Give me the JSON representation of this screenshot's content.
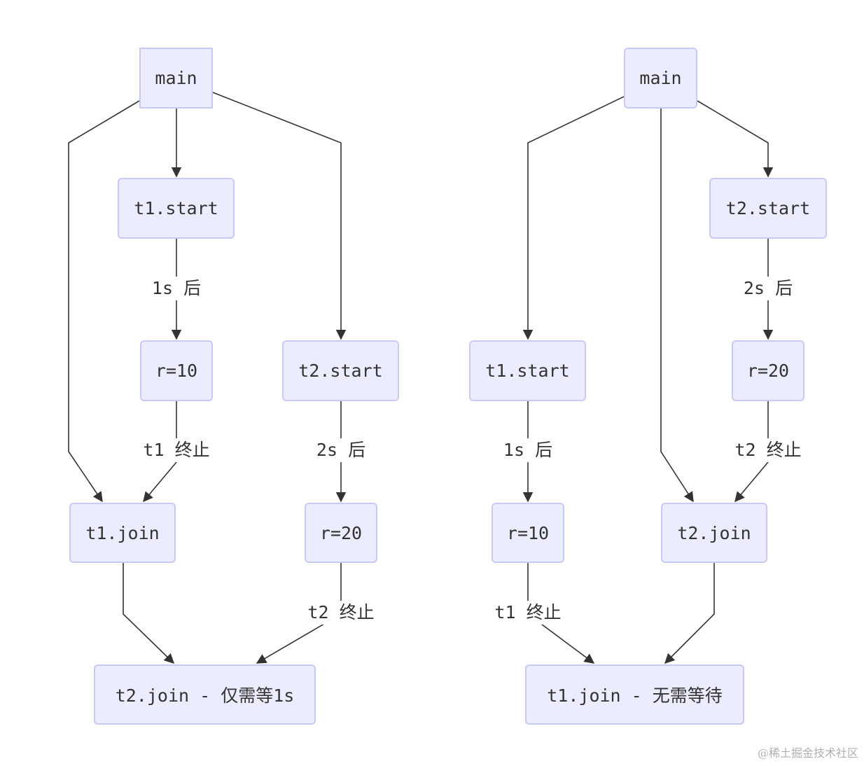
{
  "colors": {
    "node_fill": "#ececff",
    "node_border": "#c9c9f5",
    "edge": "#333333",
    "text": "#333333"
  },
  "left": {
    "nodes": {
      "main": "main",
      "t1_start": "t1.start",
      "r10": "r=10",
      "t2_start": "t2.start",
      "t1_join": "t1.join",
      "r20": "r=20",
      "t2_join": "t2.join - 仅需等1s"
    },
    "edge_labels": {
      "after_1s": "1s 后",
      "t1_end": "t1 终止",
      "after_2s": "2s 后",
      "t2_end": "t2 终止"
    }
  },
  "right": {
    "nodes": {
      "main": "main",
      "t2_start": "t2.start",
      "t1_start": "t1.start",
      "r20": "r=20",
      "r10": "r=10",
      "t2_join": "t2.join",
      "t1_join": "t1.join - 无需等待"
    },
    "edge_labels": {
      "after_2s": "2s 后",
      "after_1s": "1s 后",
      "t2_end": "t2 终止",
      "t1_end": "t1 终止"
    }
  },
  "footer": "@稀土掘金技术社区"
}
